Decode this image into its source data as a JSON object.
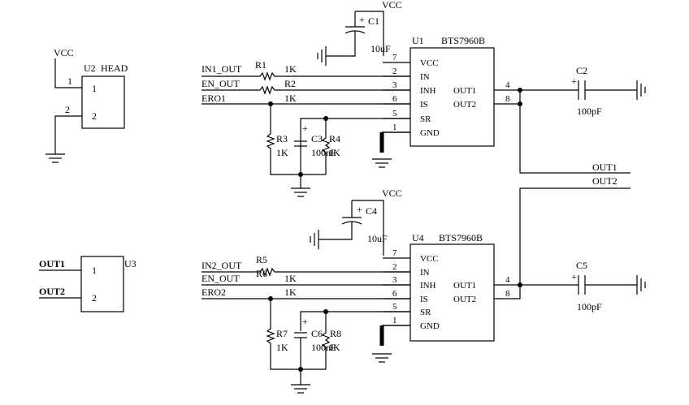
{
  "power": {
    "vcc_top": "VCC",
    "vcc_bottom": "VCC",
    "vcc_head": "VCC"
  },
  "head": {
    "ref": "U2",
    "name": "HEAD",
    "pin1": "1",
    "pin2": "2",
    "wire1": "1",
    "wire2": "2"
  },
  "u3": {
    "ref": "U3",
    "pin1": "1",
    "pin2": "2",
    "net1": "OUT1",
    "net2": "OUT2"
  },
  "driver1": {
    "ref": "U1",
    "part": "BTS7960B",
    "pins_left": [
      "VCC",
      "IN",
      "INH",
      "IS",
      "SR",
      "GND"
    ],
    "pins_right": [
      "OUT1",
      "OUT2"
    ],
    "num_left": [
      "7",
      "2",
      "3",
      "6",
      "5",
      "1"
    ],
    "num_right": [
      "4",
      "8"
    ],
    "nets": [
      "IN1_OUT",
      "EN_OUT",
      "ERO1"
    ],
    "r_top": [
      {
        "ref": "R1",
        "val": "1K"
      },
      {
        "ref": "R2",
        "val": "1K"
      },
      {
        "ref": "",
        "val": "1K"
      }
    ],
    "r3": {
      "ref": "R3",
      "val": "1K"
    },
    "c3": {
      "ref": "C3",
      "val": "100nF"
    },
    "r4": {
      "ref": "R4",
      "val": "1K"
    },
    "c1": {
      "ref": "C1",
      "val": "10uF"
    },
    "c2": {
      "ref": "C2",
      "val": "100pF"
    }
  },
  "driver2": {
    "ref": "U4",
    "part": "BTS7960B",
    "pins_left": [
      "VCC",
      "IN",
      "INH",
      "IS",
      "SR",
      "GND"
    ],
    "pins_right": [
      "OUT1",
      "OUT2"
    ],
    "num_left": [
      "7",
      "2",
      "3",
      "6",
      "5",
      "1"
    ],
    "num_right": [
      "4",
      "8"
    ],
    "nets": [
      "IN2_OUT",
      "EN_OUT",
      "ERO2"
    ],
    "r_top": [
      {
        "ref": "R5",
        "val": ""
      },
      {
        "ref": "R6",
        "val": "1K"
      },
      {
        "ref": "",
        "val": "1K"
      }
    ],
    "r7": {
      "ref": "R7",
      "val": "1K"
    },
    "c6": {
      "ref": "C6",
      "val": "100nF"
    },
    "r8": {
      "ref": "R8",
      "val": "1K"
    },
    "c4": {
      "ref": "C4",
      "val": "10uF"
    },
    "c5": {
      "ref": "C5",
      "val": "100pF"
    }
  },
  "outputs": {
    "out1": "OUT1",
    "out2": "OUT2"
  },
  "cap_plus": "+"
}
